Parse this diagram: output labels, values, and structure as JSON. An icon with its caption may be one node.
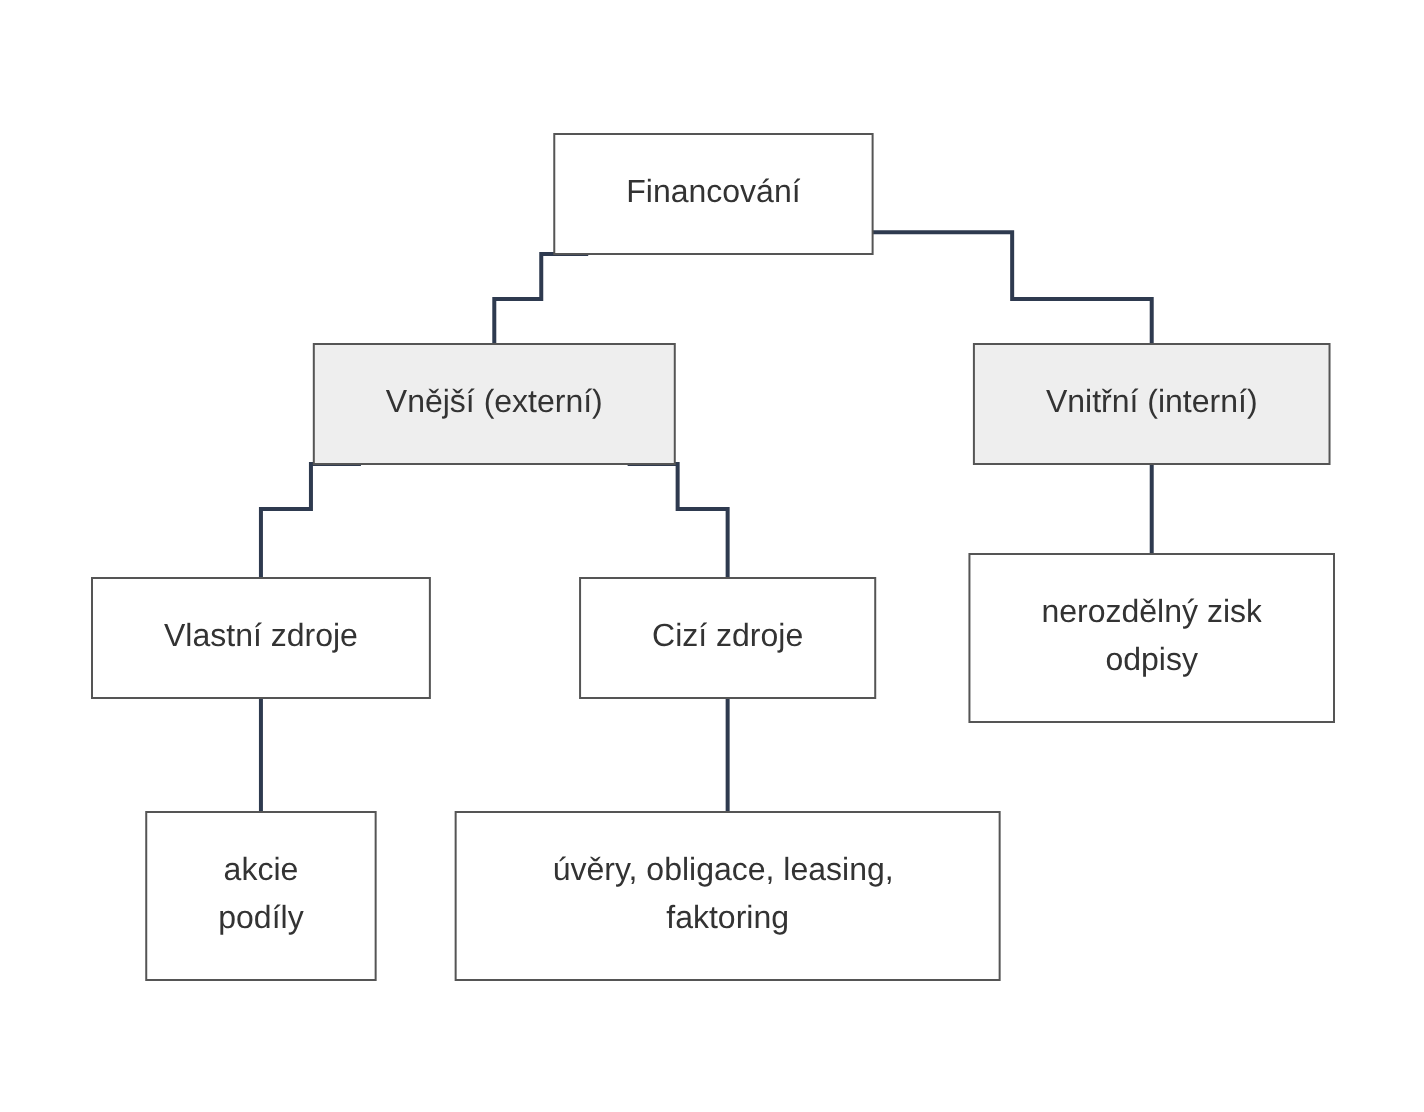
{
  "diagram": {
    "nodes": [
      {
        "text": [
          "Financování"
        ]
      },
      {
        "text": [
          "Vnější (externí)"
        ]
      },
      {
        "text": [
          "Vnitřní (interní)"
        ]
      },
      {
        "text": [
          "Vlastní zdroje"
        ]
      },
      {
        "text": [
          "Cizí zdroje"
        ]
      },
      {
        "text": [
          "nerozdělný zisk",
          "odpisy"
        ]
      },
      {
        "text": [
          "akcie",
          "podíly"
        ]
      },
      {
        "text": [
          "úvěry, obligace, leasing, faktoring"
        ]
      }
    ],
    "edges": [
      {
        "from": 0,
        "to": 1,
        "arrow": "none"
      },
      {
        "from": 0,
        "to": 2,
        "arrow": "none"
      },
      {
        "from": 1,
        "to": 3,
        "arrow": "none"
      },
      {
        "from": 1,
        "to": 4,
        "arrow": "none"
      },
      {
        "from": 2,
        "to": 5,
        "arrow": "none"
      },
      {
        "from": 3,
        "to": 6,
        "arrow": "none"
      },
      {
        "from": 4,
        "to": 7,
        "arrow": "none"
      }
    ]
  }
}
